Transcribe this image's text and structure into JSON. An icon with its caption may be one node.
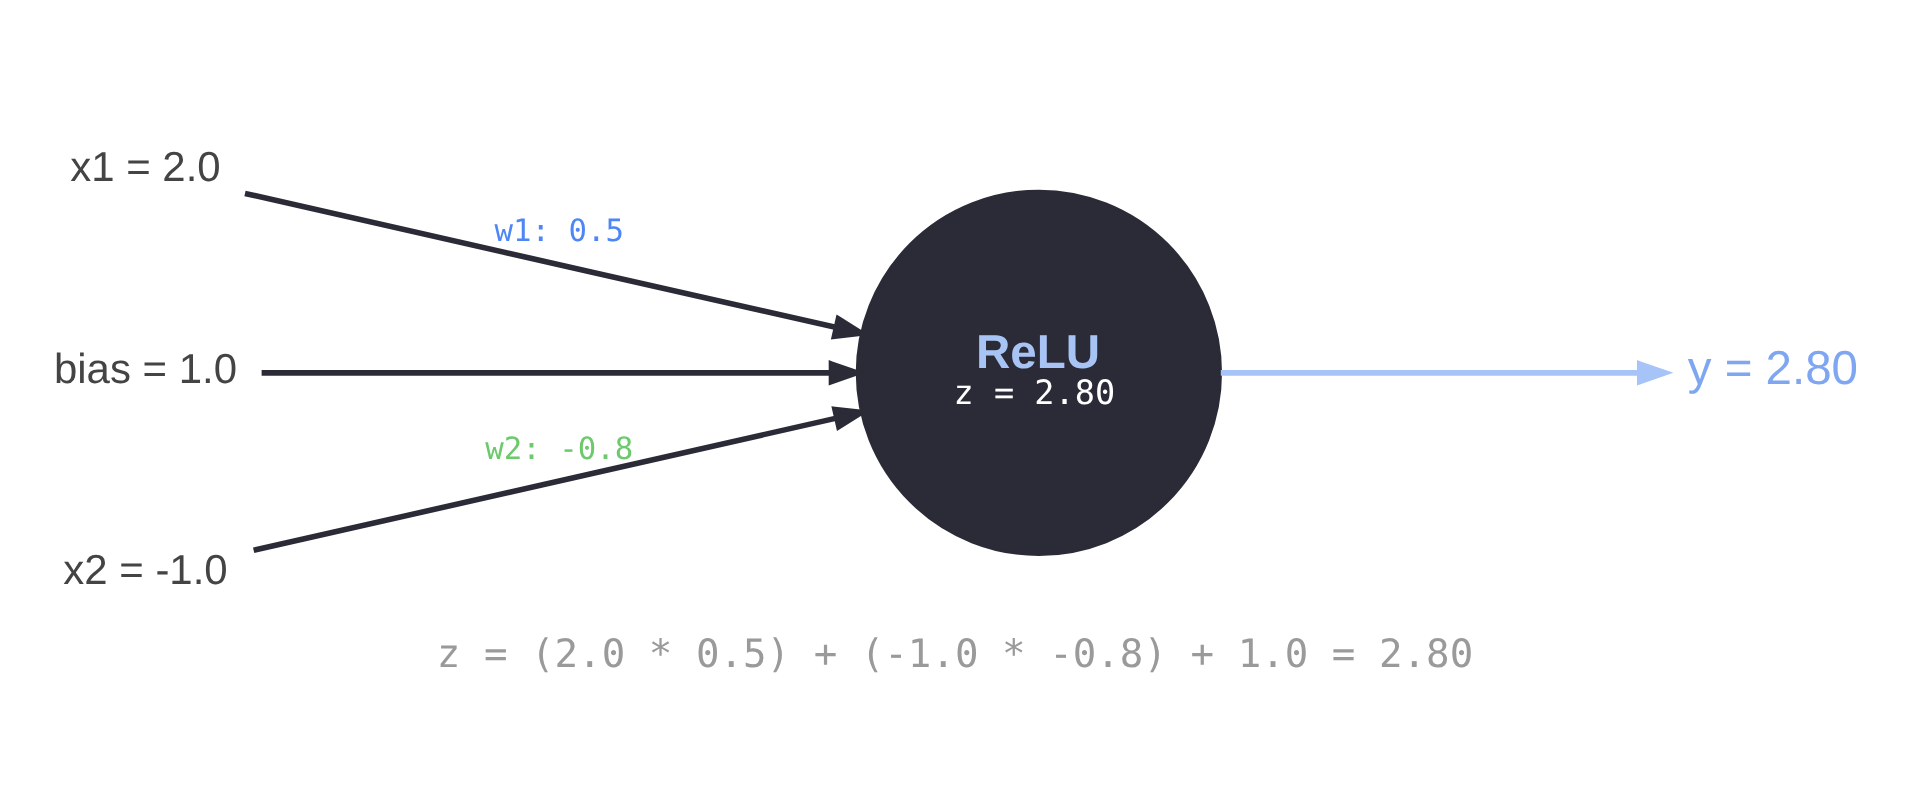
{
  "diagram": {
    "caption": "z = (2.0 * 0.5) + (-1.0 * -0.8) + 1.0 = 2.80",
    "nodes": [
      {
        "text": [
          "x1 = 2.0"
        ]
      },
      {
        "text": [
          "bias = 1.0"
        ]
      },
      {
        "text": [
          "x2 = -1.0"
        ]
      },
      {
        "text": [
          "ReLU",
          "z = 2.80"
        ]
      },
      {
        "text": [
          "y = 2.80"
        ]
      }
    ],
    "edges": [
      {
        "from": 0,
        "to": 3,
        "arrow": "to",
        "label": "w1: 0.5"
      },
      {
        "from": 1,
        "to": 3,
        "arrow": "to"
      },
      {
        "from": 2,
        "to": 3,
        "arrow": "to",
        "label": "w2: -0.8"
      },
      {
        "from": 3,
        "to": 4,
        "arrow": "to",
        "color": "#a6c4f7"
      }
    ]
  }
}
